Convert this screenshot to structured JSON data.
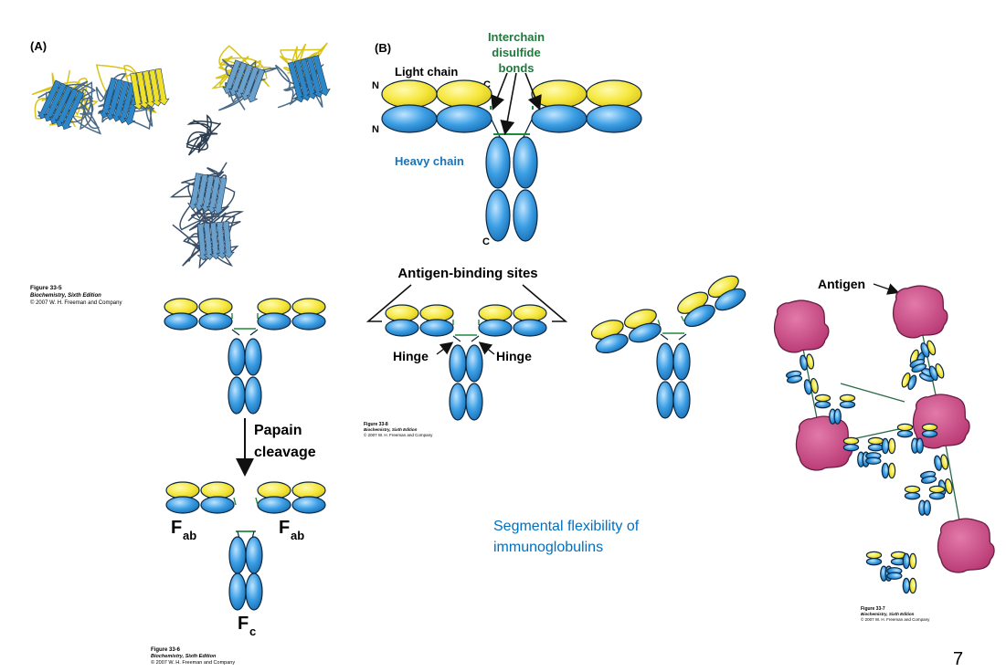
{
  "slide_number": "7",
  "note": {
    "line1": "Segmental flexibility of",
    "line2": "immunoglobulins",
    "color": "#0070c0"
  },
  "figA": {
    "panel_label": "(A)",
    "caption_fig": "Figure 33-5",
    "caption_book": "Biochemistry, Sixth Edition",
    "caption_copy": "© 2007 W. H. Freeman and Company"
  },
  "figB": {
    "panel_label": "(B)",
    "interchain_1": "Interchain",
    "interchain_2": "disulfide",
    "interchain_3": "bonds",
    "light_chain": "Light chain",
    "heavy_chain": "Heavy chain",
    "n_top": "N",
    "n_bottom": "N",
    "c_top": "C",
    "c_bottom": "C"
  },
  "fig6": {
    "papain_1": "Papain",
    "papain_2": "cleavage",
    "fab": "F",
    "fab_sub": "ab",
    "fc": "F",
    "fc_sub": "c",
    "caption_fig": "Figure 33-6",
    "caption_book": "Biochemistry, Sixth Edition",
    "caption_copy": "© 2007 W. H. Freeman and Company"
  },
  "fig8": {
    "antigen_sites": "Antigen-binding sites",
    "hinge": "Hinge",
    "caption_fig": "Figure 33-8",
    "caption_book": "Biochemistry, Sixth Edition",
    "caption_copy": "© 2007 W. H. Freeman and Company"
  },
  "fig7": {
    "antigen": "Antigen",
    "caption_fig": "Figure 33-7",
    "caption_book": "Biochemistry, Sixth Edition",
    "caption_copy": "© 2007 W. H. Freeman and Company"
  },
  "colors": {
    "light_chain": "#f5e63a",
    "heavy_chain": "#3b9ee4",
    "disulfide": "#1e8a3a",
    "antigen": "#c2417e"
  }
}
